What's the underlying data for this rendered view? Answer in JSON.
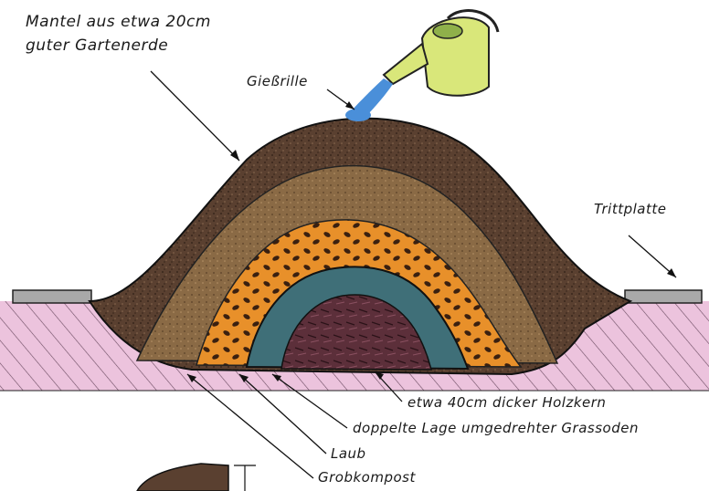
{
  "labels": {
    "mantel_line1": "Mantel aus etwa 20cm",
    "mantel_line2": "guter Gartenerde",
    "giessrille": "Gießrille",
    "trittplatte": "Trittplatte",
    "holzkern": "etwa 40cm dicker Holzkern",
    "grassoden": "doppelte Lage umgedrehter Grassoden",
    "laub": "Laub",
    "grobkompost": "Grobkompost"
  },
  "colors": {
    "soil_outer": "#5a4030",
    "soil_middle": "#8a6a45",
    "leaves": "#e8902a",
    "sod": "#3f6f78",
    "wood_core": "#5c2f3a",
    "ground": "#ecc3dd",
    "watering_can": "#d9e77a",
    "water": "#4a8fd9",
    "plate": "#a9a9a9"
  }
}
